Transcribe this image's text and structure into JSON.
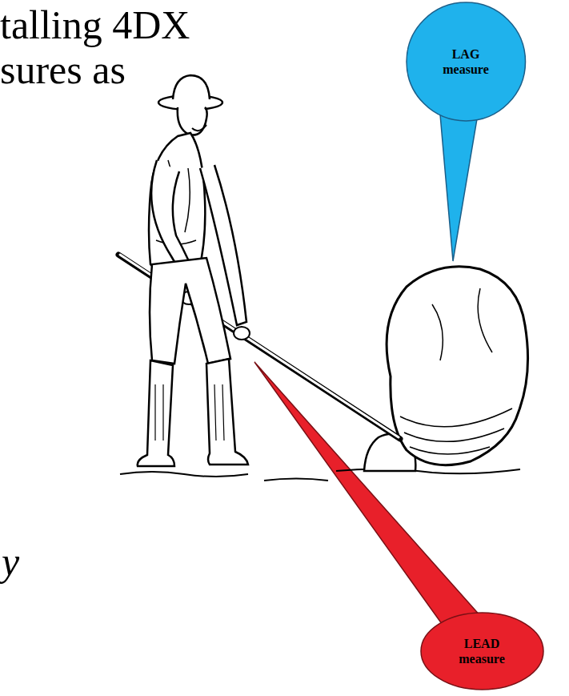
{
  "diagram": {
    "nodes": [
      {
        "text": [
          "LAG measure"
        ]
      },
      {
        "text": [
          "LEAD measure"
        ]
      }
    ],
    "labels": [
      "talling 4DX",
      "sures as",
      "y"
    ]
  }
}
